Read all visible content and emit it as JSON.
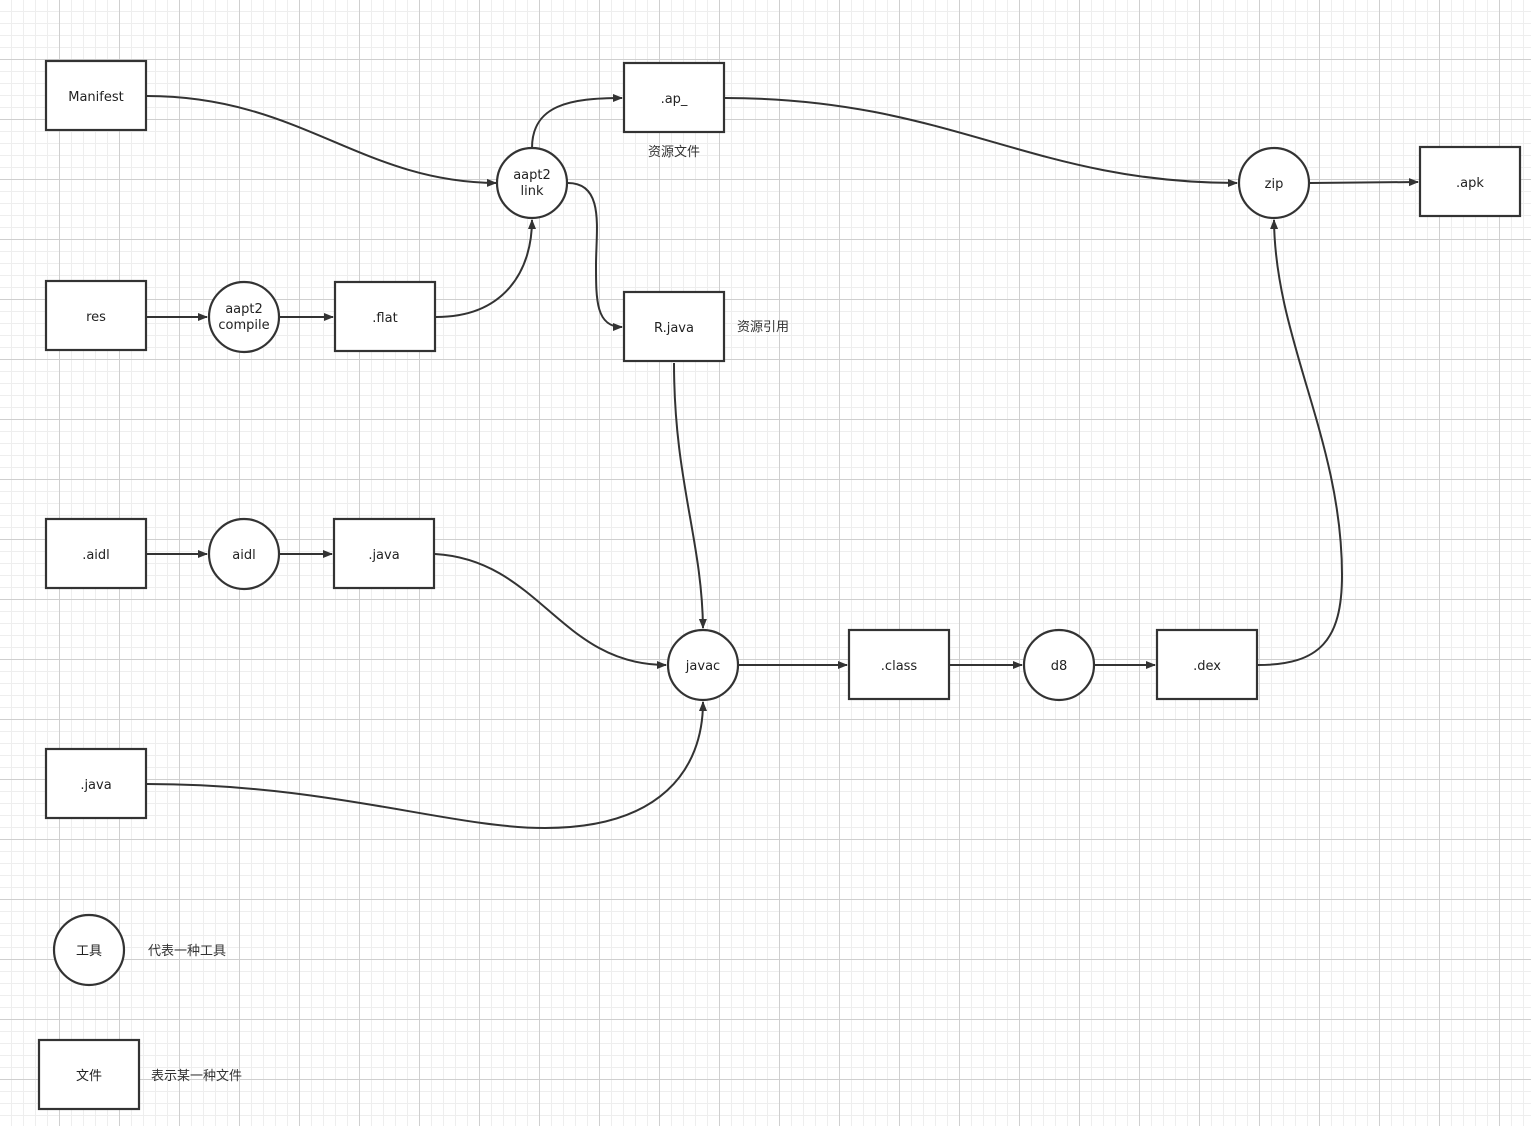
{
  "nodes": {
    "manifest": "Manifest",
    "res": "res",
    "aidl_file": ".aidl",
    "java_src": ".java",
    "aapt2_compile_1": "aapt2",
    "aapt2_compile_2": "compile",
    "flat": ".flat",
    "aidl_tool": "aidl",
    "java_gen": ".java",
    "aapt2_link_1": "aapt2",
    "aapt2_link_2": "link",
    "ap": ".ap_",
    "r_java": "R.java",
    "javac": "javac",
    "class": ".class",
    "d8": "d8",
    "dex": ".dex",
    "zip": "zip",
    "apk": ".apk"
  },
  "annotations": {
    "ap_note": "资源文件",
    "r_java_note": "资源引用"
  },
  "legend": {
    "tool_symbol": "工具",
    "tool_desc": "代表一种工具",
    "file_symbol": "文件",
    "file_desc": "表示某一种文件"
  }
}
